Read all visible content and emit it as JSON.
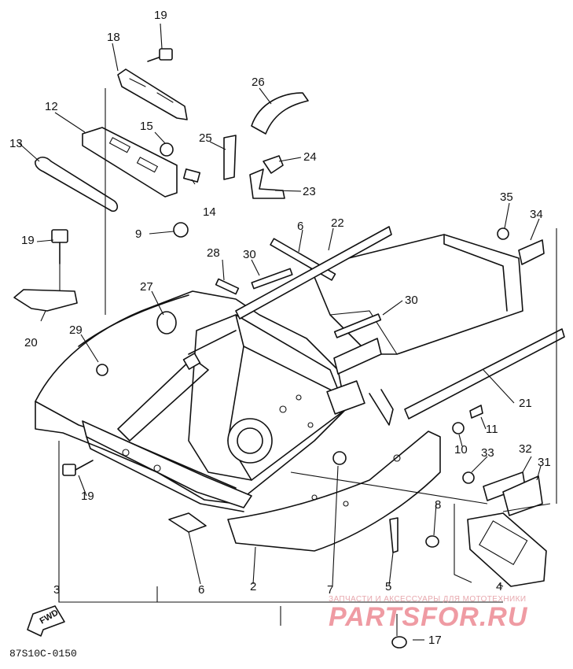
{
  "diagram": {
    "part_labels": {
      "p2": "2",
      "p3": "3",
      "p4": "4",
      "p5": "5",
      "p6_bottom": "6",
      "p6_top": "6",
      "p7": "7",
      "p8": "8",
      "p9": "9",
      "p10": "10",
      "p11": "11",
      "p12": "12",
      "p13": "13",
      "p14": "14",
      "p15": "15",
      "p17": "17",
      "p18": "18",
      "p19_top": "19",
      "p19_left": "19",
      "p19_bottom": "19",
      "p20": "20",
      "p21": "21",
      "p22": "22",
      "p23": "23",
      "p24": "24",
      "p25": "25",
      "p26": "26",
      "p27": "27",
      "p28": "28",
      "p29": "29",
      "p30_left": "30",
      "p30_right": "30",
      "p31": "31",
      "p32": "32",
      "p33": "33",
      "p34": "34",
      "p35": "35"
    },
    "fwd_label": "FWD",
    "drawing_code": "87S10C-0150",
    "watermark": {
      "subtitle": "ЗАПЧАСТИ И АКСЕССУАРЫ ДЛЯ МОТОТЕХНИКИ",
      "brand": "PARTSFOR.RU"
    }
  }
}
